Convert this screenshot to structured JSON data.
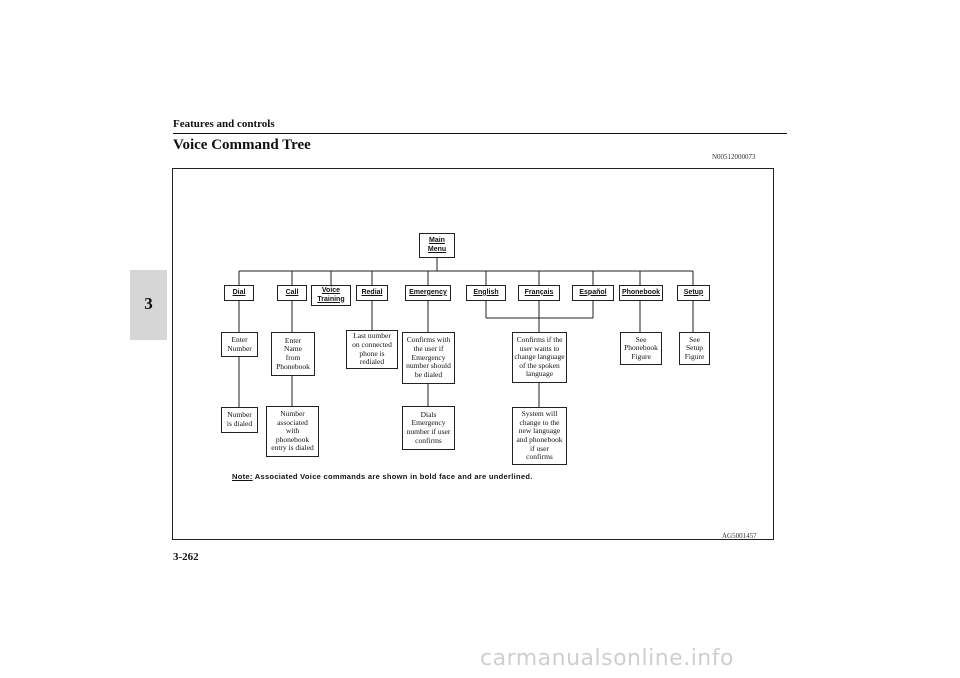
{
  "header": {
    "section": "Features and controls",
    "title": "Voice Command Tree",
    "doc_id": "N00512000073"
  },
  "chapter": "3",
  "page_number": "3-262",
  "figure_id": "AG5001457",
  "watermark": "carmanualsonline.info",
  "tree": {
    "root": "Main\nMenu",
    "commands": {
      "dial": "Dial",
      "call": "Call",
      "voice_training": "Voice\nTraining",
      "redial": "Redial",
      "emergency": "Emergency",
      "english": "English",
      "francais": "Français",
      "espanol": "Español",
      "phonebook": "Phonebook",
      "setup": "Setup"
    },
    "descriptions": {
      "dial_1": "Enter\nNumber",
      "dial_2": "Number\nis dialed",
      "call_1": "Enter\nName\nfrom\nPhonebook",
      "call_2": "Number\nassociated\nwith\nphonebook\nentry is dialed",
      "redial_1": "Last number\non connected\nphone is\nredialed",
      "emergency_1": "Confirms with\nthe user if\nEmergency\nnumber should\nbe dialed",
      "emergency_2": "Dials\nEmergency\nnumber if user\nconfirms",
      "language_1": "Confirms if the\nuser wants to\nchange language\nof the spoken\nlanguage",
      "language_2": "System will\nchange to the\nnew language\nand phonebook\nif user\nconfirms",
      "phonebook_1": "See\nPhonebook\nFigure",
      "setup_1": "See\nSetup\nFigure"
    },
    "note_label": "Note:",
    "note_text": " Associated Voice commands are shown in bold face and are underlined."
  }
}
